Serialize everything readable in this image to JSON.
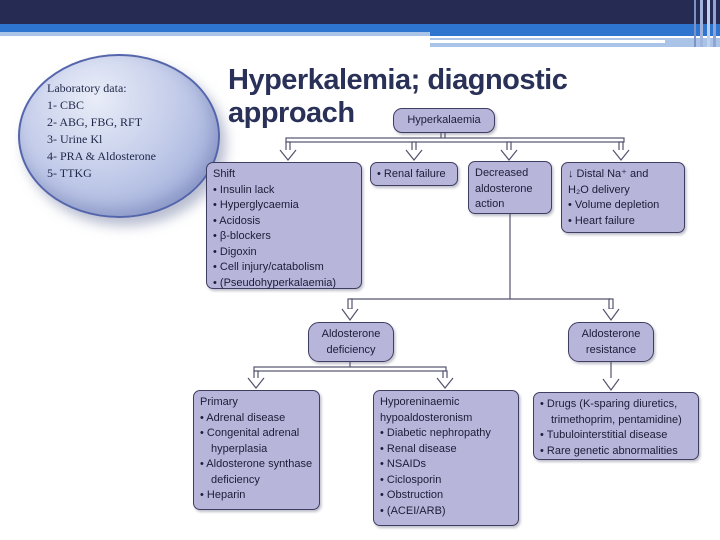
{
  "slide": {
    "title": "Hyperkalemia; diagnostic approach"
  },
  "callout": {
    "lines": [
      "Laboratory data:",
      "1- CBC",
      "2- ABG, FBG, RFT",
      "3- Urine Kl",
      "4- PRA & Aldosterone",
      "5- TTKG"
    ]
  },
  "boxes": {
    "hyperkalaemia": {
      "lines": [
        "Hyperkalaemia"
      ]
    },
    "shift": {
      "lines": [
        "Shift",
        "• Insulin lack",
        "• Hyperglycaemia",
        "• Acidosis",
        "• β-blockers",
        "• Digoxin",
        "• Cell injury/catabolism",
        "• (Pseudohyperkalaemia)"
      ]
    },
    "renal_failure": {
      "lines": [
        "• Renal failure"
      ]
    },
    "decreased_aldosterone_action": {
      "lines": [
        "Decreased aldosterone action"
      ]
    },
    "decreased_distal_delivery": {
      "lines": [
        "↓ Distal Na⁺ and",
        "H₂O delivery",
        "• Volume depletion",
        "• Heart failure"
      ]
    },
    "aldosterone_deficiency": {
      "lines": [
        "Aldosterone deficiency"
      ]
    },
    "aldosterone_resistance": {
      "lines": [
        "Aldosterone resistance"
      ]
    },
    "primary": {
      "lines": [
        "Primary",
        "• Adrenal disease",
        "• Congenital adrenal hyperplasia",
        "• Aldosterone synthase deficiency",
        "• Heparin"
      ]
    },
    "hyporeninaemic": {
      "lines": [
        "Hyporeninaemic hypoaldosteronism",
        "• Diabetic nephropathy",
        "• Renal disease",
        "• NSAIDs",
        "• Ciclosporin",
        "• Obstruction",
        "• (ACEI/ARB)"
      ]
    },
    "drugs_resistance": {
      "lines": [
        "• Drugs (K-sparing diuretics, trimethoprim, pentamidine)",
        "• Tubulointerstitial disease",
        "• Rare genetic abnormalities"
      ]
    }
  },
  "colors": {
    "header_navy": "#262b54",
    "header_blue": "#2d75ce",
    "header_light_blue": "#a9c4e7",
    "box_fill": "#b7b6da",
    "box_border": "#3e3e62",
    "title_text": "#293158",
    "connector": "#53536f"
  }
}
